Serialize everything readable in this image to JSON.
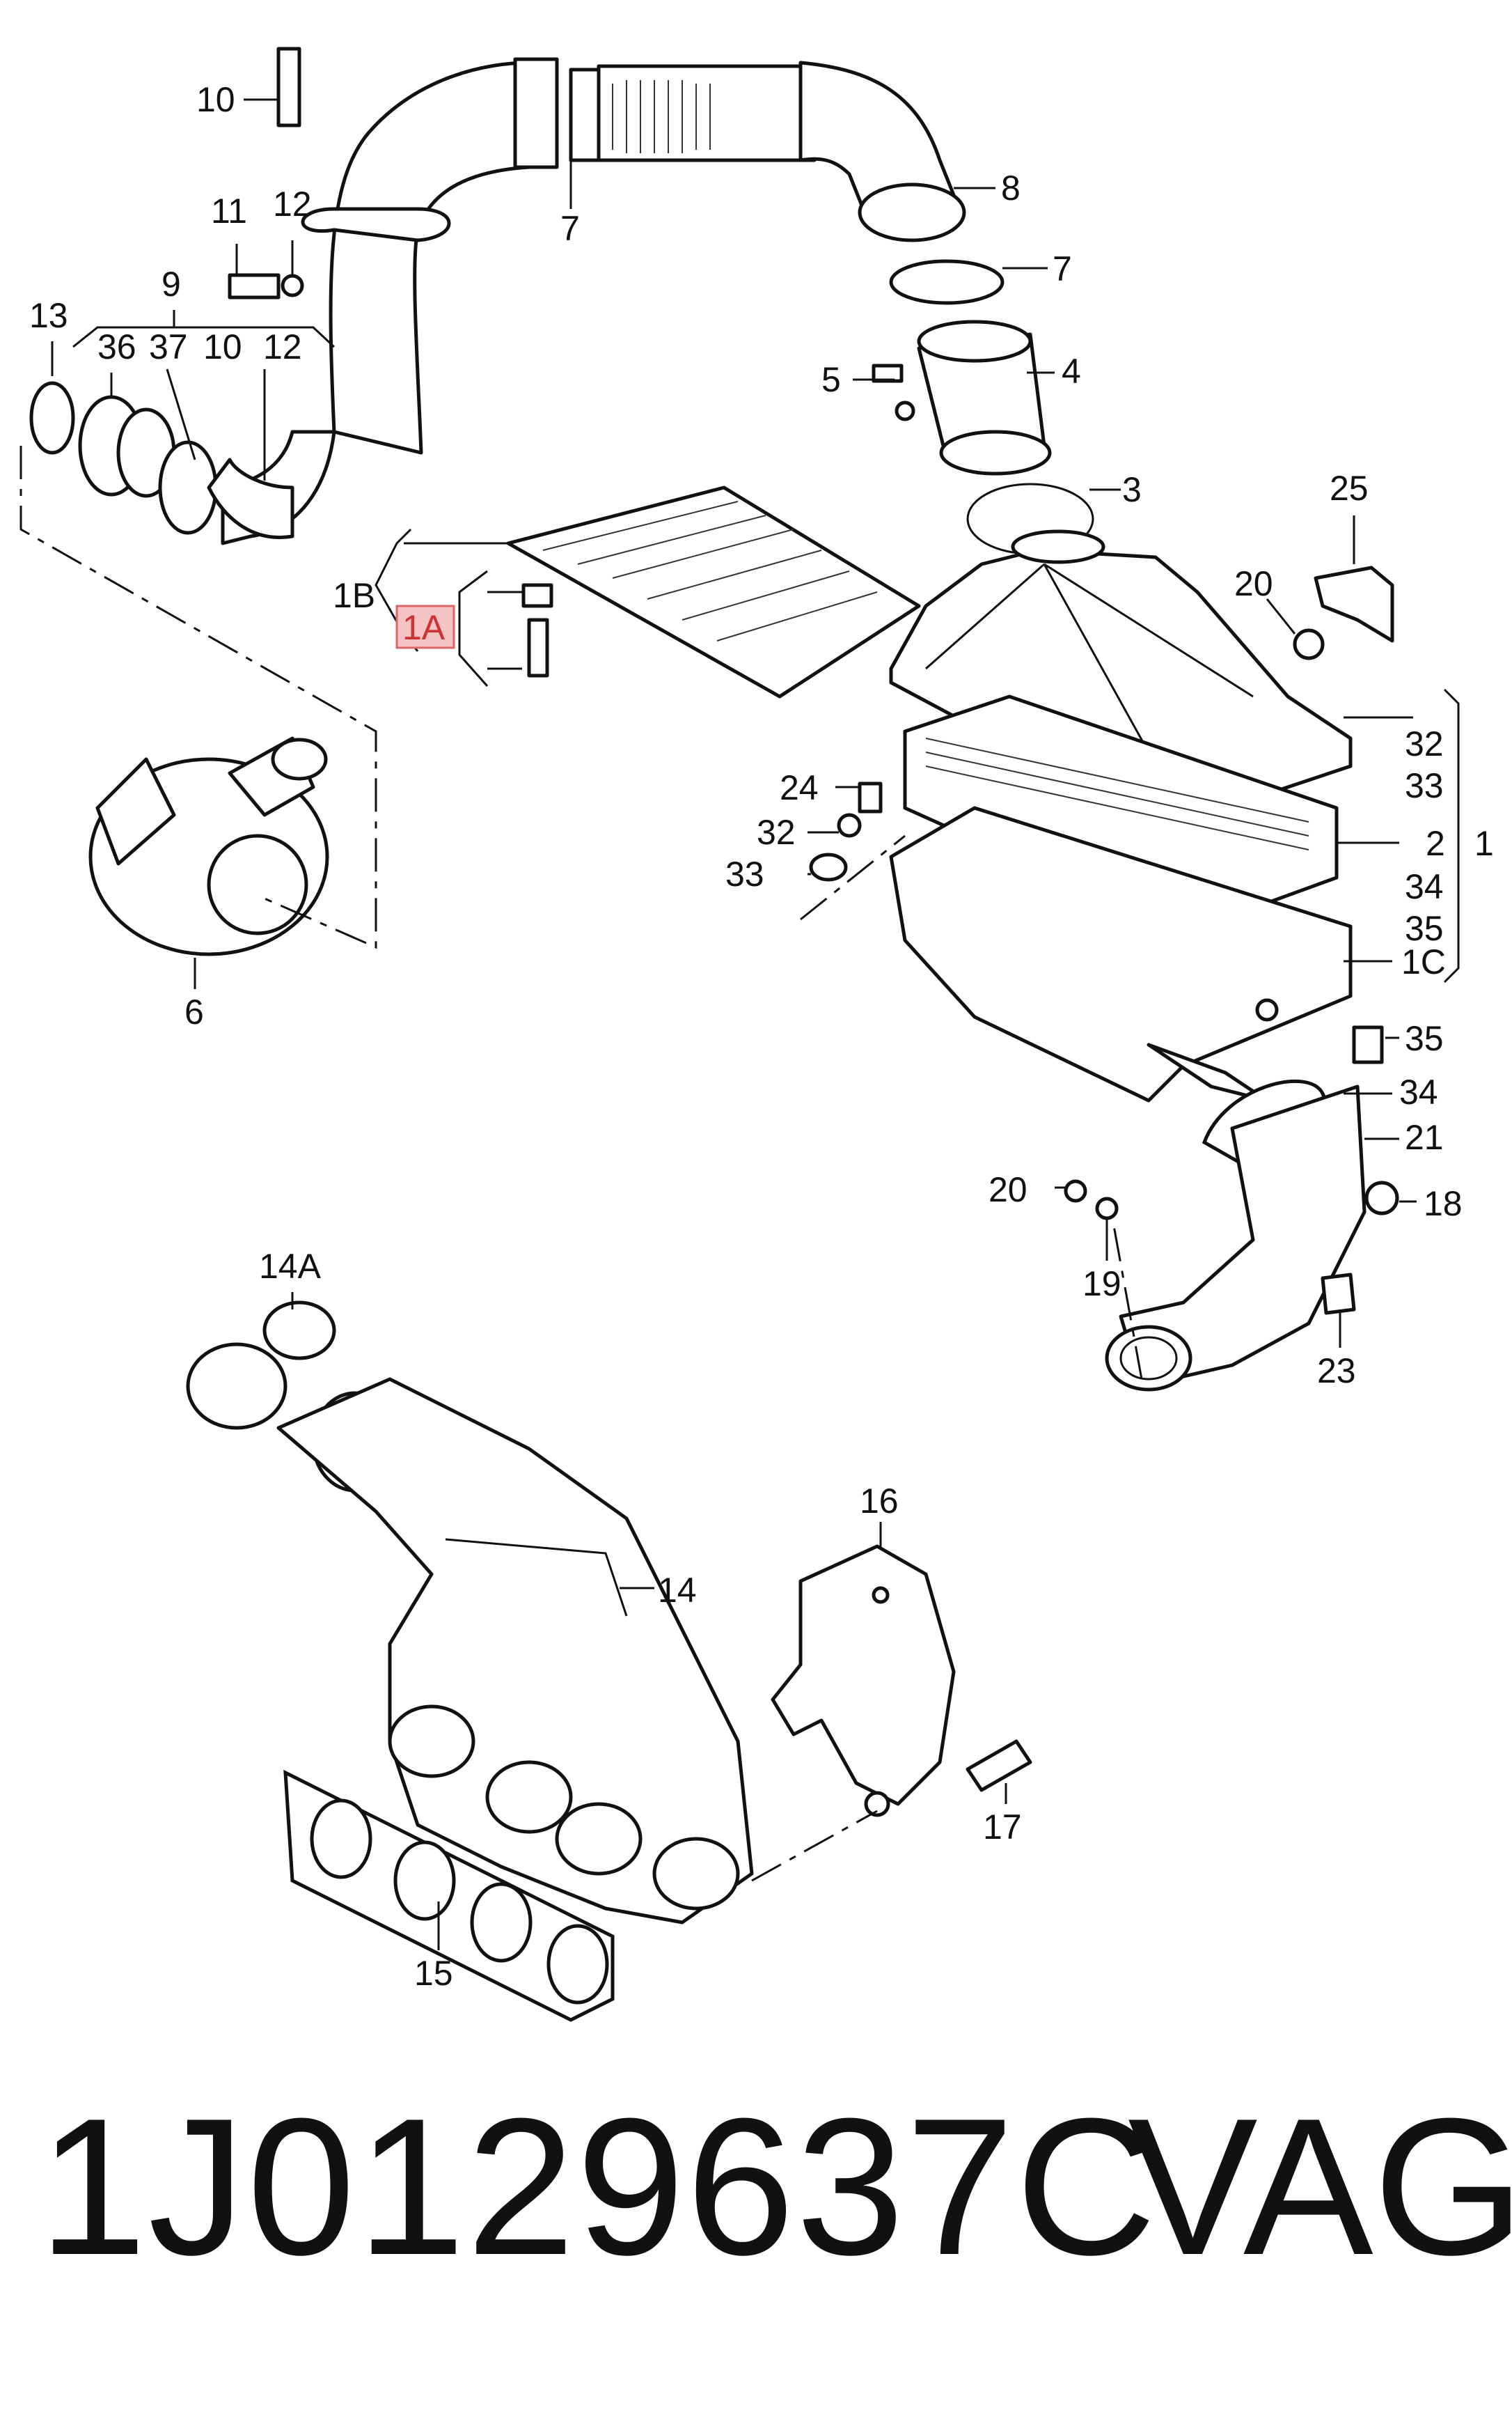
{
  "callouts": {
    "c_10_top": "10",
    "c_7_top": "7",
    "c_8": "8",
    "c_7_right": "7",
    "c_11": "11",
    "c_12": "12",
    "c_9": "9",
    "c_13": "13",
    "c_36": "36",
    "c_37": "37",
    "c_10_mid": "10",
    "c_12_mid": "12",
    "c_5": "5",
    "c_4": "4",
    "c_3": "3",
    "c_25": "25",
    "c_20_top": "20",
    "c_1B": "1B",
    "c_1A": "1A",
    "c_32_r": "32",
    "c_33_r": "33",
    "c_2": "2",
    "c_1": "1",
    "c_34_r": "34",
    "c_35_r": "35",
    "c_1C": "1C",
    "c_24": "24",
    "c_32_l": "32",
    "c_33_l": "33",
    "c_35_b": "35",
    "c_34_b": "34",
    "c_21": "21",
    "c_20_b": "20",
    "c_18": "18",
    "c_19": "19",
    "c_23": "23",
    "c_6": "6",
    "c_14A": "14A",
    "c_14": "14",
    "c_16": "16",
    "c_17": "17",
    "c_15": "15"
  },
  "footer": {
    "part_number": "1J0129637C",
    "brand": "VAG"
  }
}
